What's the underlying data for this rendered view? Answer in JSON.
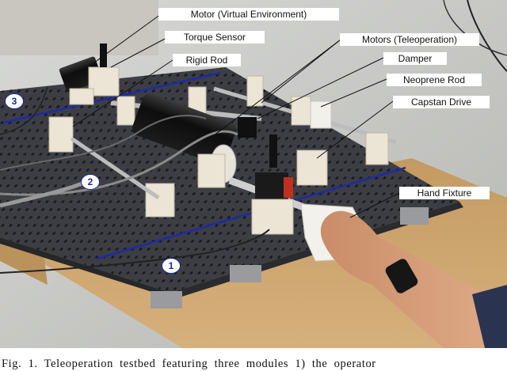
{
  "figure": {
    "labels": {
      "motor_virtual_environment": "Motor (Virtual Environment)",
      "torque_sensor": "Torque Sensor",
      "rigid_rod": "Rigid Rod",
      "motors_teleoperation": "Motors (Teleoperation)",
      "damper": "Damper",
      "neoprene_rod": "Neoprene Rod",
      "capstan_drive": "Capstan Drive",
      "hand_fixture": "Hand Fixture"
    },
    "module_markers": [
      "1",
      "2",
      "3"
    ],
    "colors": {
      "module_line": "#1d2aa8",
      "table": "#3c3e44",
      "table_holes": "#1a1b1e",
      "wood_base": "#c9a06a",
      "bracket": "#ece4d4",
      "motor": "#141414",
      "skin": "#d8a07c"
    }
  },
  "caption": {
    "text": "Fig. 1. Teleoperation testbed featuring three modules 1) the operator"
  }
}
